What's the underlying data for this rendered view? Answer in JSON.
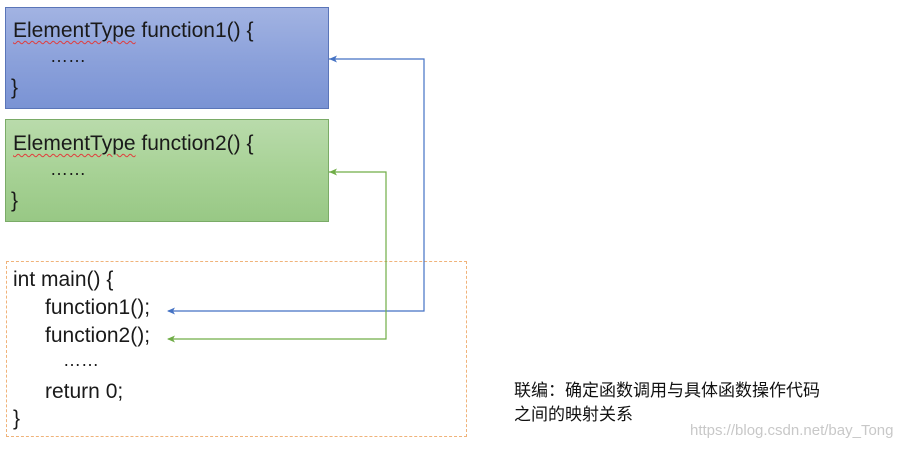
{
  "function1_box": {
    "type_name": "ElementType",
    "signature_rest": " function1() {",
    "body": "……",
    "close": "}"
  },
  "function2_box": {
    "type_name": "ElementType",
    "signature_rest": " function2() {",
    "body": "……",
    "close": "}"
  },
  "main_box": {
    "signature": "int main() {",
    "call1": "function1();",
    "call2": "function2();",
    "ellipsis": "……",
    "return_stmt": "return 0;",
    "close": "}"
  },
  "annotation": {
    "line1": "联编：确定函数调用与具体函数操作代码",
    "line2": "之间的映射关系"
  },
  "watermark": "https://blog.csdn.net/bay_Tong",
  "colors": {
    "function1_fill": "#8aa0da",
    "function2_fill": "#a6d194",
    "main_border": "#f0b37a",
    "arrow1": "#4472c4",
    "arrow2": "#70ad47"
  }
}
